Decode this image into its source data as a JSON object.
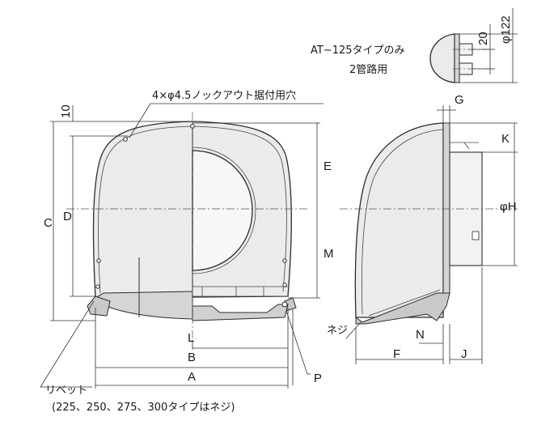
{
  "notes": {
    "knockout": "4×φ4.5ノックアウト据付用穴",
    "at125_line1": "AT−125タイプのみ",
    "at125_line2": "2管路用",
    "rivet_line1": "リベット",
    "rivet_line2": "(225、250、275、300タイプはネジ)",
    "screw": "ネジ"
  },
  "dimensions": {
    "A": "A",
    "B": "B",
    "C": "C",
    "D": "D",
    "E": "E",
    "F": "F",
    "G": "G",
    "J": "J",
    "K": "K",
    "L": "L",
    "M": "M",
    "N": "N",
    "P": "P",
    "phiH": "φH",
    "ten": "10",
    "twenty": "20",
    "phi122": "φ122"
  },
  "colors": {
    "body_fill": "#ebebeb",
    "shadow_fill": "#c9c9c9",
    "stroke": "#2b2b2b"
  }
}
